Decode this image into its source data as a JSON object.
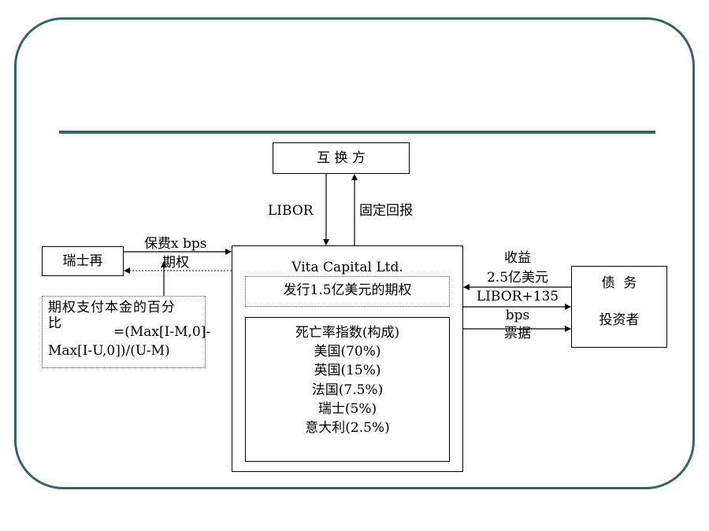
{
  "swap_party": {
    "label": "互 换 方"
  },
  "swap_flows": {
    "libor": "LIBOR",
    "fixed_return": "固定回报"
  },
  "swiss_re": {
    "label": "瑞士再"
  },
  "premium_flow": {
    "line1": "保费x bps",
    "line2": "期权"
  },
  "option_formula": {
    "line1": "期权支付本金的百分",
    "line2a": "比",
    "line2b": "=(Max[I-M,0]-",
    "line3": "Max[I-U,0])/(U-M)"
  },
  "vita": {
    "title": "Vita Capital Ltd.",
    "issue": "发行1.5亿美元的期权",
    "index_title": "死亡率指数(构成)",
    "components": [
      "美国(70%)",
      "英国(15%)",
      "法国(7.5%)",
      "瑞士(5%)",
      "意大利(2.5%)"
    ]
  },
  "investor_flows": {
    "proceeds_line1": "收益",
    "proceeds_line2": "2.5亿美元",
    "coupon_line1": "LIBOR+135",
    "coupon_line2": "bps",
    "notes": "票据"
  },
  "investors": {
    "line1": "债  务",
    "line2": "投资者"
  }
}
